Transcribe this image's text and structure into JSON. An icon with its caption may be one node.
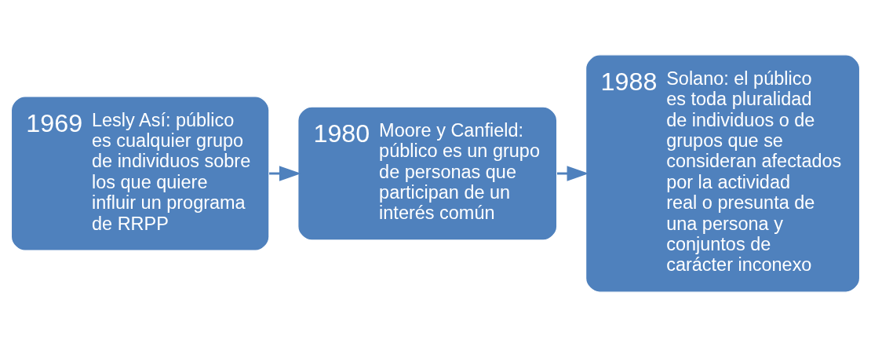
{
  "diagram": {
    "nodes": [
      {
        "text": [
          "1969",
          "Lesly Así: público es cualquier grupo de individuos sobre los que quiere influir un programa de RRPP"
        ]
      },
      {
        "text": [
          "1980",
          "Moore y Canfield: público es un grupo de personas que participan de un interés común"
        ]
      },
      {
        "text": [
          "1988",
          "Solano: el público es toda pluralidad de individuos o de grupos que se consideran afectados por la actividad real o presunta de una persona y conjuntos de carácter inconexo"
        ]
      }
    ],
    "edges": [
      {
        "from": 0,
        "to": 1,
        "arrow": "to"
      },
      {
        "from": 1,
        "to": 2,
        "arrow": "to"
      }
    ]
  }
}
